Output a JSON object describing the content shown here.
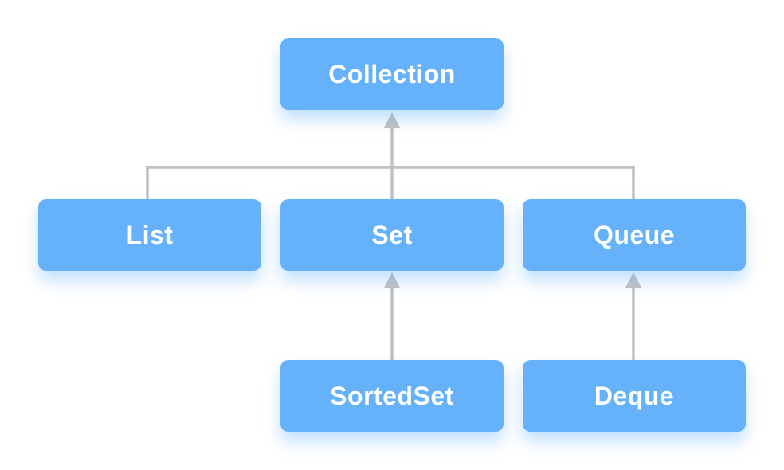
{
  "diagram": {
    "type": "hierarchy",
    "nodes": {
      "collection": {
        "label": "Collection"
      },
      "list": {
        "label": "List"
      },
      "set": {
        "label": "Set"
      },
      "queue": {
        "label": "Queue"
      },
      "sortedset": {
        "label": "SortedSet"
      },
      "deque": {
        "label": "Deque"
      }
    },
    "edges": [
      {
        "from": "List",
        "to": "Collection",
        "arrow": "up"
      },
      {
        "from": "Set",
        "to": "Collection",
        "arrow": "up"
      },
      {
        "from": "Queue",
        "to": "Collection",
        "arrow": "up"
      },
      {
        "from": "SortedSet",
        "to": "Set",
        "arrow": "up"
      },
      {
        "from": "Deque",
        "to": "Queue",
        "arrow": "up"
      }
    ],
    "colors": {
      "node_fill": "#65B2FA",
      "node_text": "#FFFFFF",
      "connector": "#C1C1C1",
      "background": "#FFFFFF"
    }
  }
}
